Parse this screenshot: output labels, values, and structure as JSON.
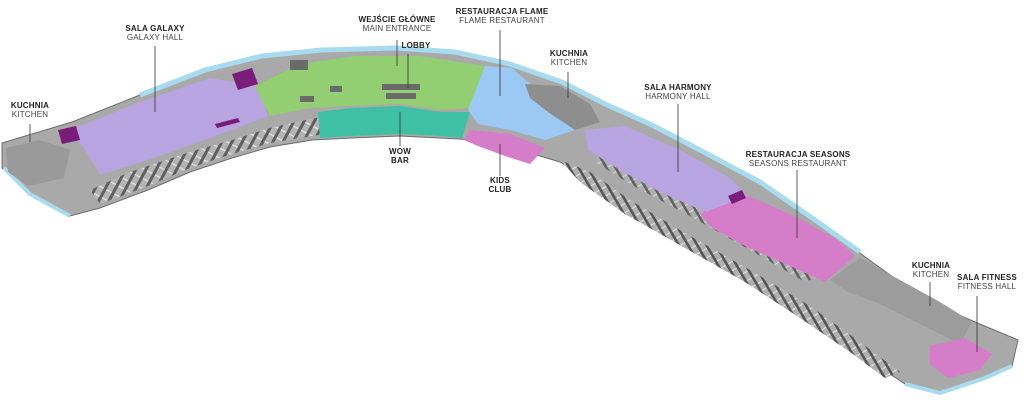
{
  "colors": {
    "building": "#a9a9a9",
    "building_dark": "#7d7d7d",
    "glass": "#a8dbef",
    "purple_hall": "#b8a4e0",
    "green_lobby": "#93cf72",
    "teal_bar": "#3fc0a4",
    "blue_restaurant": "#9cc8f4",
    "pink": "#d57dc9",
    "dark_accent": "#7a1d7a",
    "leader": "#333333"
  },
  "labels": {
    "kuchnia_left": {
      "pl": "KUCHNIA",
      "en": "KITCHEN"
    },
    "galaxy": {
      "pl": "SALA GALAXY",
      "en": "GALAXY HALL"
    },
    "entrance": {
      "pl": "WEJŚCIE GŁÓWNE",
      "en": "MAIN ENTRANCE"
    },
    "lobby": {
      "pl": "LOBBY"
    },
    "flame": {
      "pl": "RESTAURACJA FLAME",
      "en": "FLAME RESTAURANT"
    },
    "kuchnia_mid": {
      "pl": "KUCHNIA",
      "en": "KITCHEN"
    },
    "wow": {
      "pl": "WOW",
      "pl2": "BAR"
    },
    "kids": {
      "pl": "KIDS",
      "pl2": "CLUB"
    },
    "harmony": {
      "pl": "SALA HARMONY",
      "en": "HARMONY HALL"
    },
    "seasons": {
      "pl": "RESTAURACJA SEASONS",
      "en": "SEASONS RESTAURANT"
    },
    "kuchnia_right": {
      "pl": "KUCHNIA",
      "en": "KITCHEN"
    },
    "fitness": {
      "pl": "SALA FITNESS",
      "en": "FITNESS HALL"
    }
  }
}
